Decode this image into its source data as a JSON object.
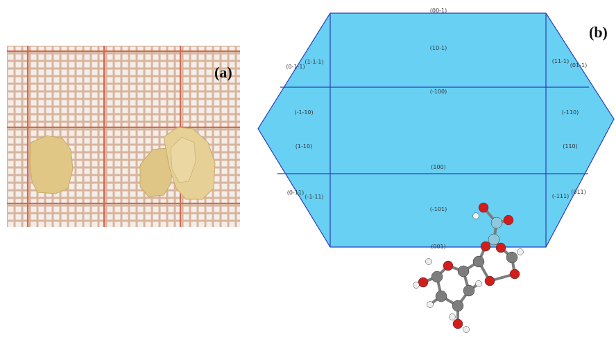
{
  "panel_a": {
    "label": "(a)",
    "colors": {
      "grid_bg": "#d8b9a4",
      "grid_line": "#f0e6df",
      "major_line": "#d06a55",
      "crystal": "#e2c98a"
    }
  },
  "panel_b": {
    "label": "(b)",
    "colors": {
      "face_fill": "#6ad3f4",
      "edge": "#2b3fb8",
      "oxygen": "#d21d1d",
      "carbon": "#7d7d7d",
      "hydrogen": "#eeeeee"
    },
    "faces": {
      "top": "(00-1)",
      "f_10m1": "(10-1)",
      "f_m100": "(-100)",
      "f_100": "(100)",
      "f_m101": "(-101)",
      "bottom": "(001)",
      "f_0m1m1": "(0-1-1)",
      "f_1m1m1": "(1-1-1)",
      "f_11m1": "(11-1)",
      "f_01m1": "(01-1)",
      "f_m1m10": "(-1-10)",
      "f_m110": "(-110)",
      "f_m110_left": "(1-10)",
      "f_110": "(110)",
      "f_0m11": "(0-11)",
      "f_m1m11": "(-1-11)",
      "f_m111": "(-111)",
      "f_011": "(011)"
    }
  }
}
